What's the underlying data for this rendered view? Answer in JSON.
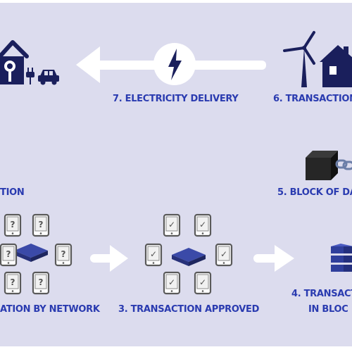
{
  "colors": {
    "background": "#dcdcee",
    "navy": "#1a1f5c",
    "label_blue": "#2a3bb0",
    "arrow_white": "#ffffff",
    "bolt_navy": "#1a1f5c",
    "device_gray": "#6a6a6a"
  },
  "labels": {
    "step7": "7. ELECTRICITY DELIVERY",
    "step6": "6. TRANSACTION",
    "step5": "5. BLOCK OF DA",
    "step1_partial": "TION",
    "step2_partial": "ATION BY NETWORK",
    "step3": "3. TRANSACTION APPROVED",
    "step4_line1": "4. TRANSACT",
    "step4_line2": "IN BLOC"
  },
  "icons": {
    "house": "house-plug-icon",
    "plug": "plug-icon",
    "car": "car-icon",
    "bolt": "lightning-bolt-icon",
    "wind": "wind-turbine-icon",
    "house_right": "house-icon",
    "block": "cube-block-icon",
    "chain": "chain-link-icon",
    "node": "network-node-icon",
    "unknown_device": "question-device-icon",
    "approved_device": "checkmark-device-icon",
    "block_stack": "block-stack-icon"
  },
  "device_marks": {
    "unknown": "?",
    "approved": "✓"
  }
}
